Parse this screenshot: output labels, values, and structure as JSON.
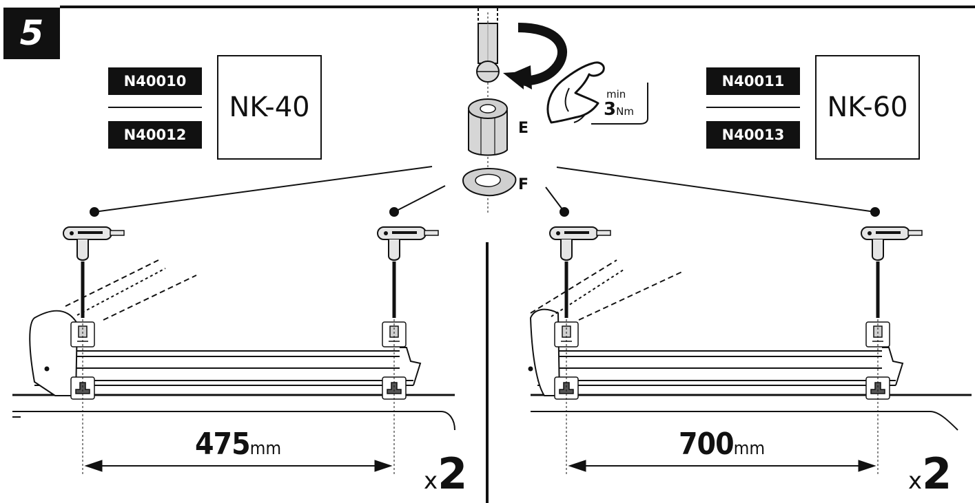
{
  "step": {
    "number": "5"
  },
  "left_panel": {
    "codes": [
      "N40010",
      "N40012"
    ],
    "model": "NK-40",
    "dimension_value": "475",
    "dimension_unit": "mm",
    "multiplier_x": "x",
    "multiplier_n": "2"
  },
  "right_panel": {
    "codes": [
      "N40011",
      "N40013"
    ],
    "model": "NK-60",
    "dimension_value": "700",
    "dimension_unit": "mm",
    "multiplier_x": "x",
    "multiplier_n": "2"
  },
  "center_parts": {
    "nut_label": "E",
    "washer_label": "F",
    "torque_min": "min",
    "torque_value": "3",
    "torque_unit": "Nm",
    "tool_icon": "hex-key-icon",
    "rotate_icon": "rotate-arrow-icon",
    "strength_icon": "flexed-arm-icon"
  }
}
